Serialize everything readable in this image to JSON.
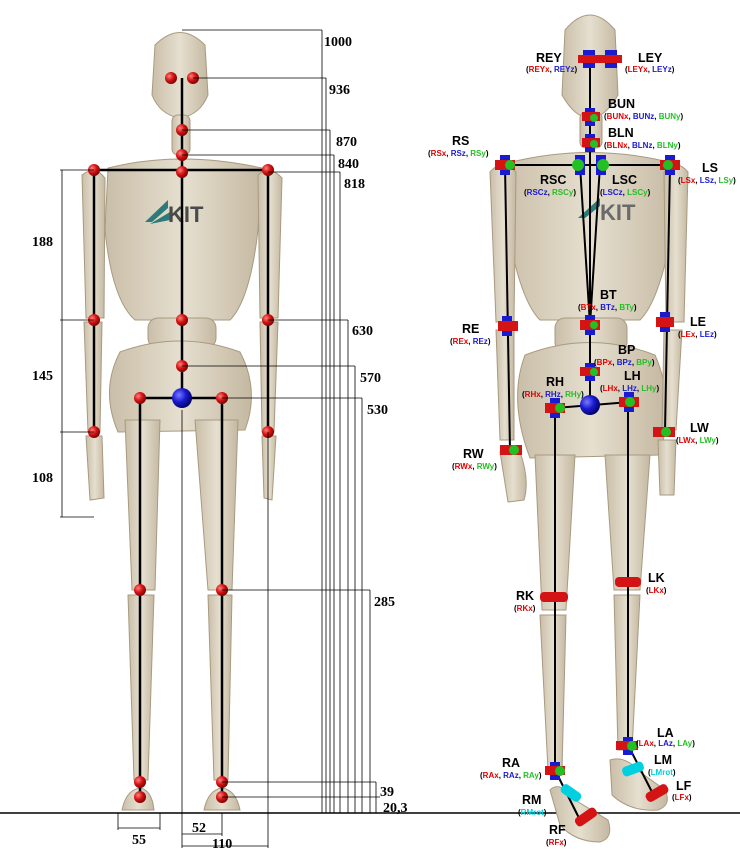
{
  "colors": {
    "wood": "#ddd4c2",
    "joint_red": "#d41414",
    "axis_x": "#e00000",
    "axis_z": "#1a1ad0",
    "axis_y": "#22c022",
    "axis_rot": "#00d0e0",
    "logo": "#2d7a7a"
  },
  "logo_text": "KIT",
  "dimensions": {
    "height_ticks": [
      "1000",
      "936",
      "870",
      "840",
      "818",
      "630",
      "570",
      "530",
      "285",
      "39",
      "20,3"
    ],
    "arm_segments": [
      "188",
      "145",
      "108"
    ],
    "bottom_widths": [
      "55",
      "52",
      "110"
    ]
  },
  "joints": [
    {
      "id": "rey",
      "name": "REY",
      "x": "REYx",
      "z": "REYz"
    },
    {
      "id": "ley",
      "name": "LEY",
      "x": "LEYx",
      "z": "LEYz"
    },
    {
      "id": "bun",
      "name": "BUN",
      "x": "BUNx",
      "z": "BUNz",
      "y": "BUNy"
    },
    {
      "id": "bln",
      "name": "BLN",
      "x": "BLNx",
      "z": "BLNz",
      "y": "BLNy"
    },
    {
      "id": "rs",
      "name": "RS",
      "x": "RSx",
      "z": "RSz",
      "y": "RSy"
    },
    {
      "id": "ls",
      "name": "LS",
      "x": "LSx",
      "z": "LSz",
      "y": "LSy"
    },
    {
      "id": "rsc",
      "name": "RSC",
      "z": "RSCz",
      "y": "RSCy"
    },
    {
      "id": "lsc",
      "name": "LSC",
      "z": "LSCz",
      "y": "LSCy"
    },
    {
      "id": "bt",
      "name": "BT",
      "x": "BTx",
      "z": "BTz",
      "y": "BTy"
    },
    {
      "id": "re",
      "name": "RE",
      "x": "REx",
      "z": "REz"
    },
    {
      "id": "le",
      "name": "LE",
      "x": "LEx",
      "z": "LEz"
    },
    {
      "id": "bp",
      "name": "BP",
      "x": "BPx",
      "z": "BPz",
      "y": "BPy"
    },
    {
      "id": "rh",
      "name": "RH",
      "x": "RHx",
      "z": "RHz",
      "y": "RHy"
    },
    {
      "id": "lh",
      "name": "LH",
      "x": "LHx",
      "z": "LHz",
      "y": "LHy"
    },
    {
      "id": "rw",
      "name": "RW",
      "x": "RWx",
      "y": "RWy"
    },
    {
      "id": "lw",
      "name": "LW",
      "x": "LWx",
      "y": "LWy"
    },
    {
      "id": "rk",
      "name": "RK",
      "x": "RKx"
    },
    {
      "id": "lk",
      "name": "LK",
      "x": "LKx"
    },
    {
      "id": "la",
      "name": "LA",
      "x": "LAx",
      "z": "LAz",
      "y": "LAy"
    },
    {
      "id": "lm",
      "name": "LM",
      "rot": "LMrot"
    },
    {
      "id": "ra",
      "name": "RA",
      "x": "RAx",
      "z": "RAz",
      "y": "RAy"
    },
    {
      "id": "lf",
      "name": "LF",
      "x": "LFx"
    },
    {
      "id": "rm",
      "name": "RM",
      "rot": "RMrot"
    },
    {
      "id": "rf",
      "name": "RF",
      "x": "RFx"
    }
  ]
}
